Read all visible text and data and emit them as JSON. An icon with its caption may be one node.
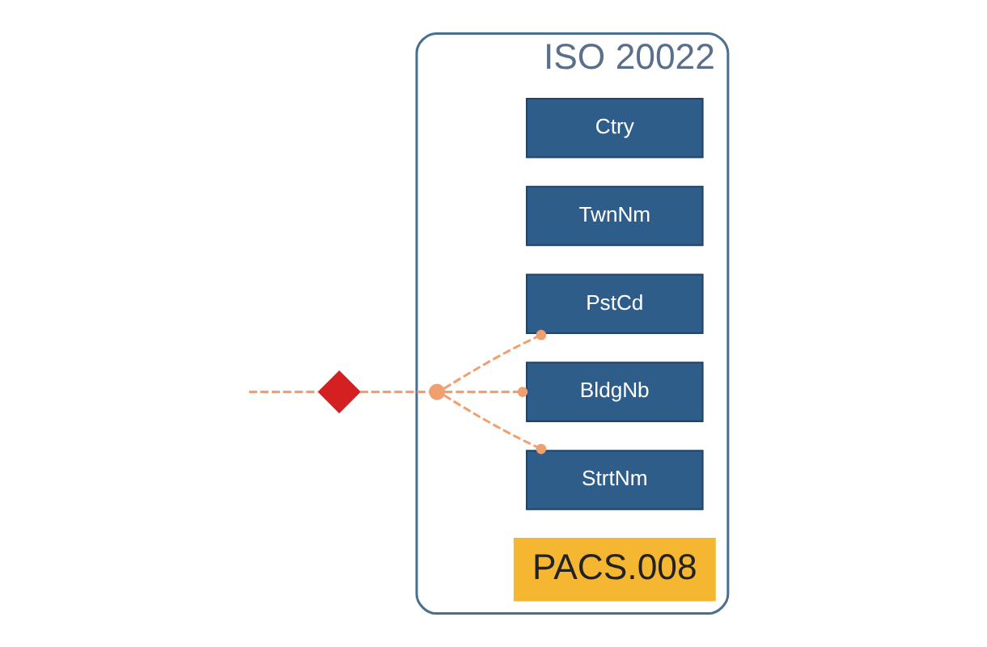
{
  "diagram": {
    "nodes": [
      {
        "text": [
          "ISO 20022"
        ]
      },
      {
        "text": [
          "PACS.008"
        ],
        "in": 0
      },
      {
        "text": [
          "StrtNm"
        ],
        "in": 0
      },
      {
        "text": [
          "BldgNb"
        ],
        "in": 0
      },
      {
        "text": [
          "PstCd"
        ],
        "in": 0
      },
      {
        "text": [
          "TwnNm"
        ],
        "in": 0
      },
      {
        "text": [
          "Ctry"
        ],
        "in": 0
      },
      {
        "text": [],
        "shape": "cross"
      },
      {
        "text": [],
        "shape": "circle",
        "in": 0
      }
    ],
    "edges": [
      {
        "from": null,
        "to": 7,
        "arrow": "none",
        "style": "dashed"
      },
      {
        "from": 7,
        "to": 8,
        "arrow": "none",
        "style": "dashed"
      },
      {
        "from": 8,
        "to": 2,
        "arrow": "other",
        "style": "dashed"
      },
      {
        "from": 8,
        "to": 3,
        "arrow": "other",
        "style": "dashed"
      },
      {
        "from": 8,
        "to": 4,
        "arrow": "other",
        "style": "dashed"
      }
    ]
  }
}
